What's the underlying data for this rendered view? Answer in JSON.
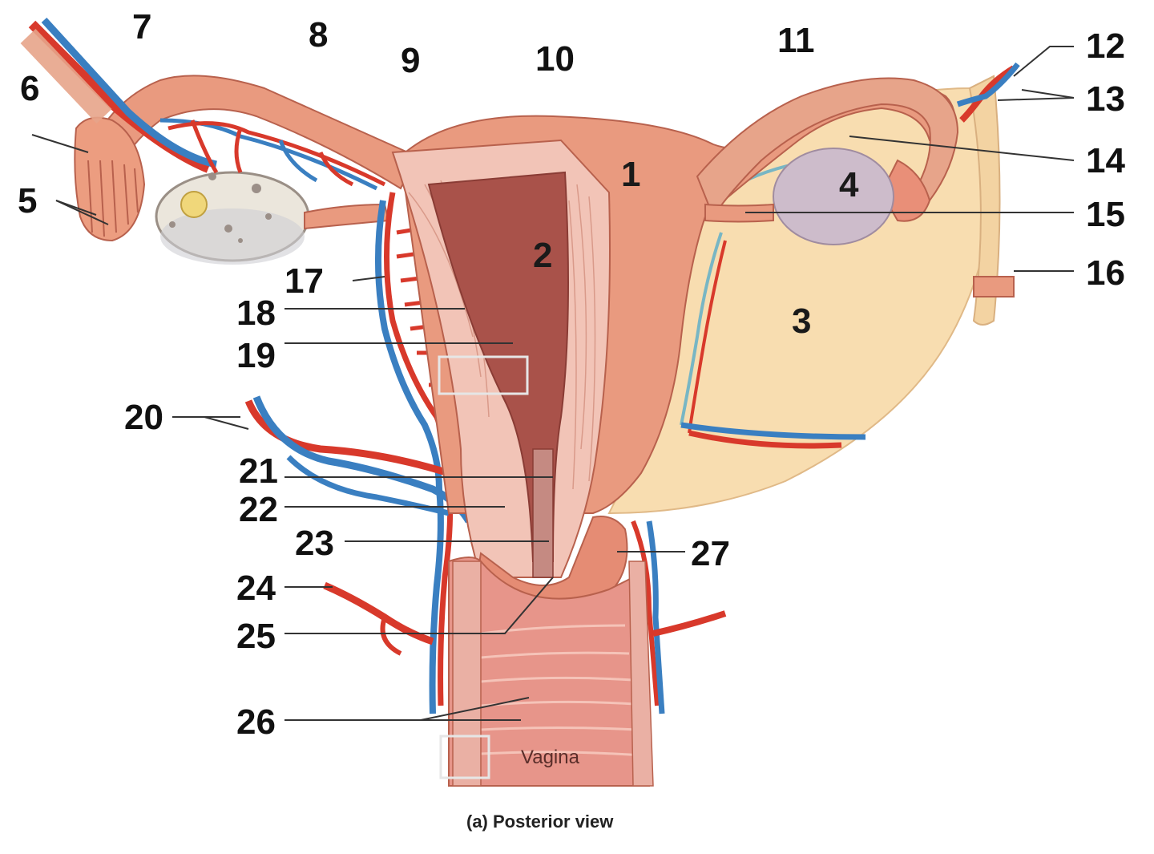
{
  "outer_labels": [
    "5",
    "6",
    "7",
    "8",
    "9",
    "10",
    "11",
    "12",
    "13",
    "14",
    "15",
    "16",
    "17",
    "18",
    "19",
    "20",
    "21",
    "22",
    "23",
    "24",
    "25",
    "26",
    "27"
  ],
  "inner_labels": [
    "1",
    "2",
    "3",
    "4"
  ],
  "vagina_label": "Vagina",
  "caption": "(a) Posterior view",
  "colors": {
    "artery": "#d8392b",
    "vein": "#3a7fc1",
    "tissue": "#e99a7f",
    "tissue_dark": "#c9604e",
    "cavity": "#a9524a",
    "wall": "#f2c4b7",
    "ligament": "#f8ddb0",
    "ovary": "#c9b8c8"
  }
}
